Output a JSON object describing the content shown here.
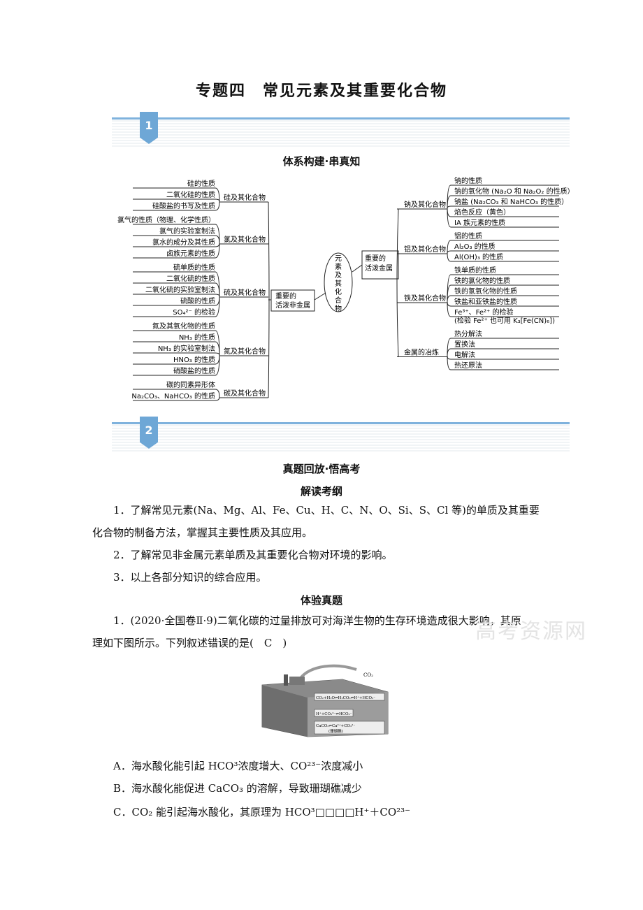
{
  "title": "专题四　常见元素及其重要化合物",
  "sections": [
    {
      "number": "1",
      "heading": "体系构建·串真知"
    },
    {
      "number": "2",
      "heading": "真题回放·悟高考"
    }
  ],
  "mindmap": {
    "center": "元素及其化合物",
    "nonmetal_hub": "重要的活泼非金属",
    "metal_hub": "重要的活泼金属",
    "left_groups": [
      {
        "label": "硅及其化合物",
        "items": [
          "硅的性质",
          "二氧化硅的性质",
          "硅酸盐的书写及性质"
        ]
      },
      {
        "label": "氯及其化合物",
        "items": [
          "氯气的性质（物理、化学性质）",
          "氯气的实验室制法",
          "氯水的成分及其性质",
          "卤族元素的性质"
        ]
      },
      {
        "label": "硫及其化合物",
        "items": [
          "硫单质的性质",
          "二氧化硫的性质",
          "二氧化硫的实验室制法",
          "硫酸的性质",
          "SO₄²⁻ 的检验"
        ]
      },
      {
        "label": "氮及其化合物",
        "items": [
          "氮及其氧化物的性质",
          "NH₃ 的性质",
          "NH₃ 的实验室制法",
          "HNO₃ 的性质",
          "硝酸盐的性质"
        ]
      },
      {
        "label": "碳及其化合物",
        "items": [
          "碳的同素异形体",
          "Na₂CO₃、NaHCO₃ 的性质"
        ]
      }
    ],
    "right_groups": [
      {
        "label": "钠及其化合物",
        "items": [
          "钠的性质",
          "钠的氧化物 (Na₂O 和 Na₂O₂ 的性质）",
          "钠盐 (Na₂CO₃ 和 NaHCO₃ 的性质）",
          "焰色反应（黄色）",
          "ⅠA 族元素的性质"
        ]
      },
      {
        "label": "铝及其化合物",
        "items": [
          "铝的性质",
          "Al₂O₃ 的性质",
          "Al(OH)₃ 的性质"
        ]
      },
      {
        "label": "铁及其化合物",
        "items": [
          "铁单质的性质",
          "铁的氯化物的性质",
          "铁的氢氧化物的性质",
          "铁盐和亚铁盐的性质",
          "Fe³⁺、Fe²⁺ 的检验",
          "(检验 Fe²⁺ 也可用 K₃[Fe(CN)₆])"
        ]
      },
      {
        "label": "金属的冶炼",
        "items": [
          "热分解法",
          "置换法",
          "电解法",
          "热还原法"
        ]
      }
    ]
  },
  "syllabus": {
    "heading": "解读考纲",
    "items": [
      "1．了解常见元素(Na、Mg、Al、Fe、Cu、H、C、N、O、Si、S、Cl 等)的单质及其重要",
      "化合物的制备方法，掌握其主要性质及其应用。",
      "2．了解常见非金属元素单质及其重要化合物对环境的影响。",
      "3．以上各部分知识的综合应用。"
    ]
  },
  "practice": {
    "heading": "体验真题",
    "question_line1": "1．(2020·全国卷Ⅱ·9)二氧化碳的过量排放可对海洋生物的生存环境造成很大影响，其原",
    "question_line2": "理如下图所示。下列叙述错误的是(　C　)",
    "figure_labels": [
      "CO₂",
      "CO₂+H₂O⇌H₂CO₃⇌H⁺+HCO₃⁻",
      "H⁺+CO₃²⁻⇌HCO₃⁻",
      "CaCO₃⇌Ca²⁺+CO₃²⁻",
      "(珊瑚礁)"
    ],
    "options": [
      "A．海水酸化能引起 HCO³浓度增大、CO²³⁻浓度减小",
      "B．海水酸化能促进 CaCO₃ 的溶解，导致珊瑚礁减少",
      "C．CO₂ 能引起海水酸化，其原理为 HCO³□□□□H⁺＋CO²³⁻"
    ]
  },
  "watermark": "高考资源网"
}
